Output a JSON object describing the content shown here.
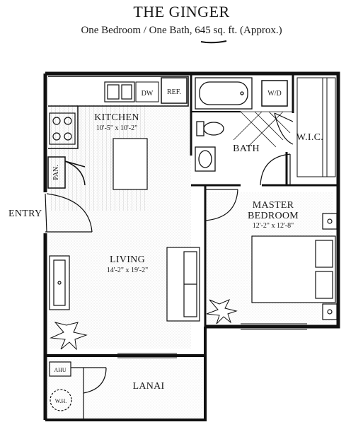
{
  "header": {
    "title": "THE GINGER",
    "subtitle": "One Bedroom / One Bath, 645 sq. ft. (Approx.)"
  },
  "rooms": {
    "kitchen": {
      "name": "KITCHEN",
      "dims": "10'-5\" x 10'-2\""
    },
    "bath": {
      "name": "BATH"
    },
    "wic": {
      "name": "W.I.C."
    },
    "master": {
      "name_line1": "MASTER",
      "name_line2": "BEDROOM",
      "dims": "12'-2\" x 12'-8\""
    },
    "living": {
      "name": "LIVING",
      "dims": "14'-2\" x 19'-2\""
    },
    "lanai": {
      "name": "LANAI"
    },
    "entry": {
      "name": "ENTRY"
    }
  },
  "fixtures": {
    "dishwasher": "DW",
    "refrigerator": "REF.",
    "washer_dryer": "W/D",
    "pantry": "PAN.",
    "air_handler": "AHU",
    "water_heater": "W.H."
  }
}
